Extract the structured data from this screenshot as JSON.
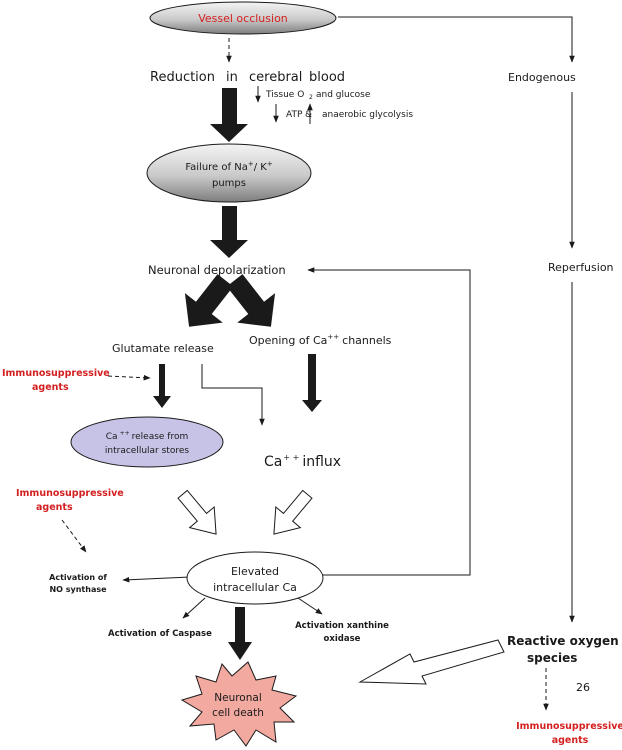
{
  "nodes": {
    "vessel_occlusion": "Vessel occlusion",
    "reduction_w1": "Reduction",
    "reduction_w2": "in",
    "reduction_w3": "cerebral",
    "reduction_w4": "blood",
    "tissue_text": "Tissue O",
    "tissue_sub": "2",
    "tissue_rest": "and glucose",
    "atp": "ATP",
    "atp_amp": "&",
    "anaerobic": "anaerobic glycolysis",
    "failure_line1": "Failure of Na",
    "failure_plus": "+",
    "failure_mid": "/ K",
    "failure_plus2": "+",
    "failure_line2": "pumps",
    "neuronal_depol": "Neuronal depolarization",
    "glutamate": "Glutamate release",
    "opening": "Opening of Ca",
    "opening_sup": "++",
    "opening_rest": "channels",
    "immuno_1a": "Immunosuppressive",
    "immuno_1b": "agents",
    "ca_release_a": "Ca",
    "ca_release_sup": "++",
    "ca_release_b": "release from",
    "ca_release_c": "intracellular stores",
    "ca_influx": "Ca",
    "ca_influx_sup": "+ +",
    "ca_influx_rest": "influx",
    "immuno_2a": "Immunosuppressive",
    "immuno_2b": "agents",
    "elevated_1": "Elevated",
    "elevated_2": "intracellular Ca",
    "no_synth_1": "Activation of",
    "no_synth_2": "NO synthase",
    "caspase": "Activation of Caspase",
    "xanthine_1": "Activation xanthine",
    "xanthine_2": "oxidase",
    "cell_death_1": "Neuronal",
    "cell_death_2": "cell death",
    "endogenous": "Endogenous",
    "reperfusion": "Reperfusion",
    "ros_1": "Reactive oxygen",
    "ros_2": "species",
    "page_number": "26",
    "immuno_3a": "Immunosuppressive",
    "immuno_3b": "agents"
  },
  "colors": {
    "accent_red": "#d42020",
    "lavender": "#c7c3e6",
    "salmon": "#f2a9a0",
    "dark_arrow": "#1a1a1a"
  }
}
